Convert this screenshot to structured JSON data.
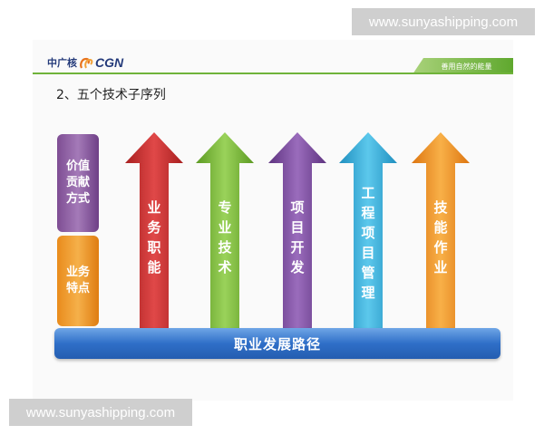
{
  "watermark": {
    "top": "www.sunyashipping.com",
    "bottom": "www.sunyashipping.com"
  },
  "header": {
    "logo_cn": "中广核",
    "logo_en": "CGN",
    "slogan": "善用自然的能量"
  },
  "title": "2、五个技术子序列",
  "left_boxes": [
    {
      "label": "价值贡献方式",
      "color": "#8a5a9e"
    },
    {
      "label": "业务特点",
      "color": "#ee9325"
    }
  ],
  "arrows": [
    {
      "label": "业务职能",
      "color": "#c92b2b"
    },
    {
      "label": "专业技术",
      "color": "#79b83a"
    },
    {
      "label": "项目开发",
      "color": "#7a4a9a"
    },
    {
      "label": "工程项目管理",
      "color": "#33a9d6"
    },
    {
      "label": "技能作业",
      "color": "#f08c1e"
    }
  ],
  "base_bar": {
    "label": "职业发展路径",
    "color": "#3576cc"
  }
}
